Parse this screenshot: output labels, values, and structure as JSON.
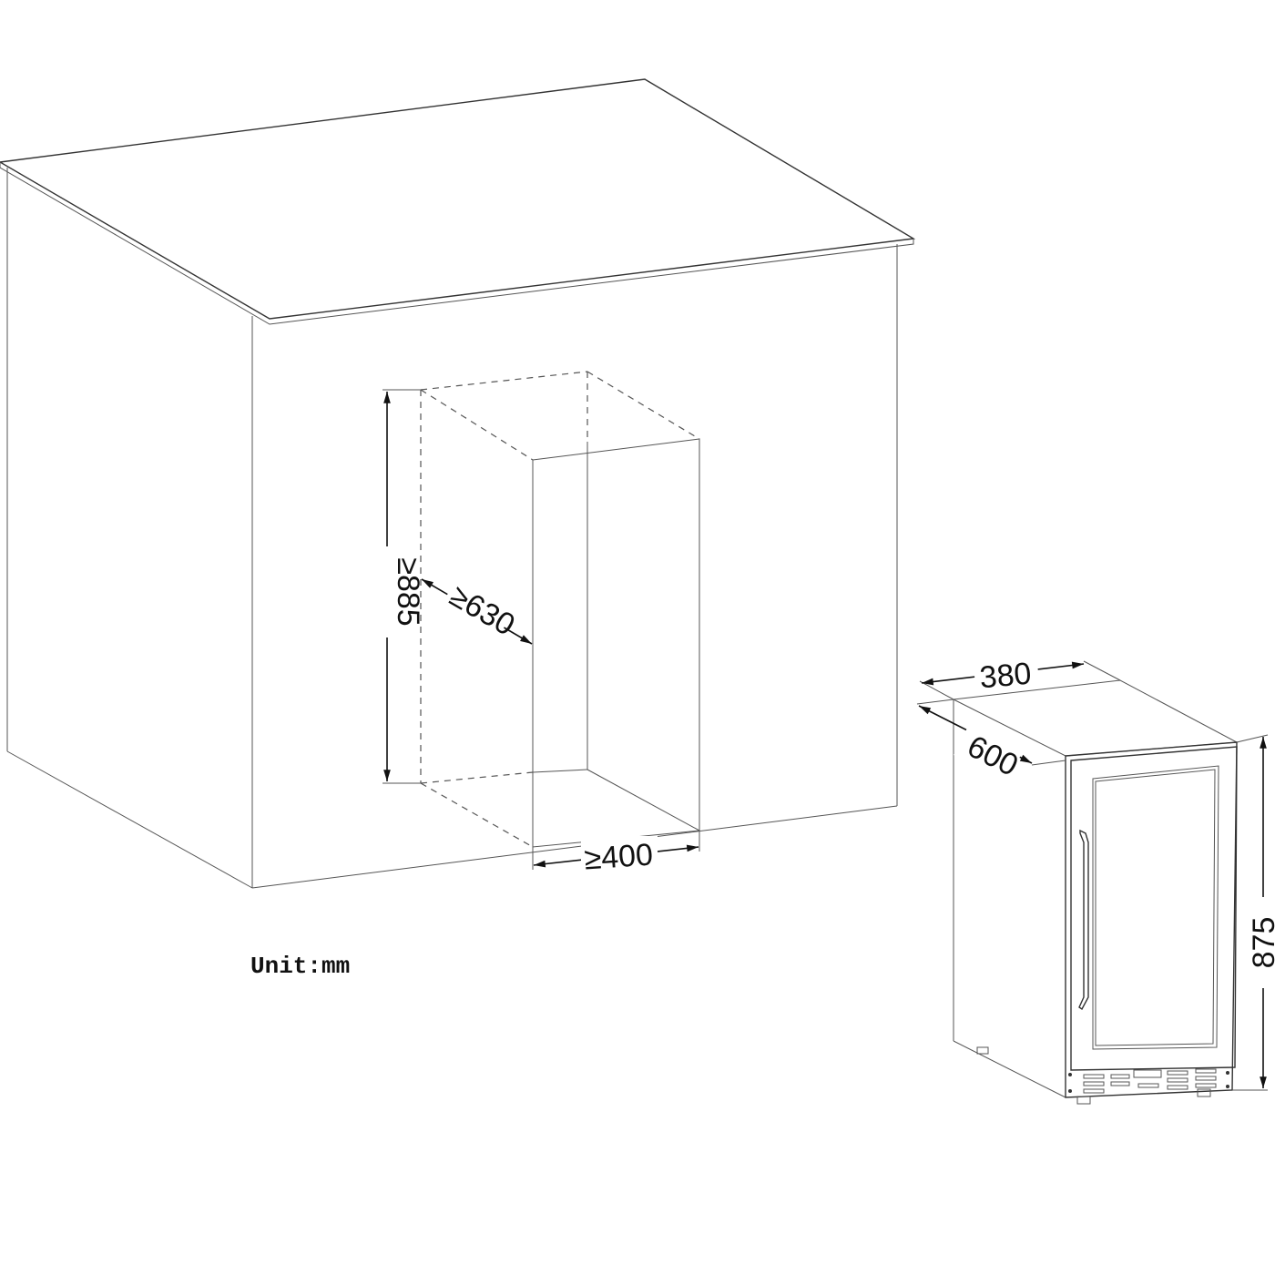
{
  "cabinet_diagram": {
    "height_label": "≥885",
    "depth_label": "≥630",
    "width_label": "≥400",
    "unit_label": "Unit:mm"
  },
  "appliance_diagram": {
    "width_label": "380",
    "depth_label": "600",
    "height_label": "875"
  }
}
